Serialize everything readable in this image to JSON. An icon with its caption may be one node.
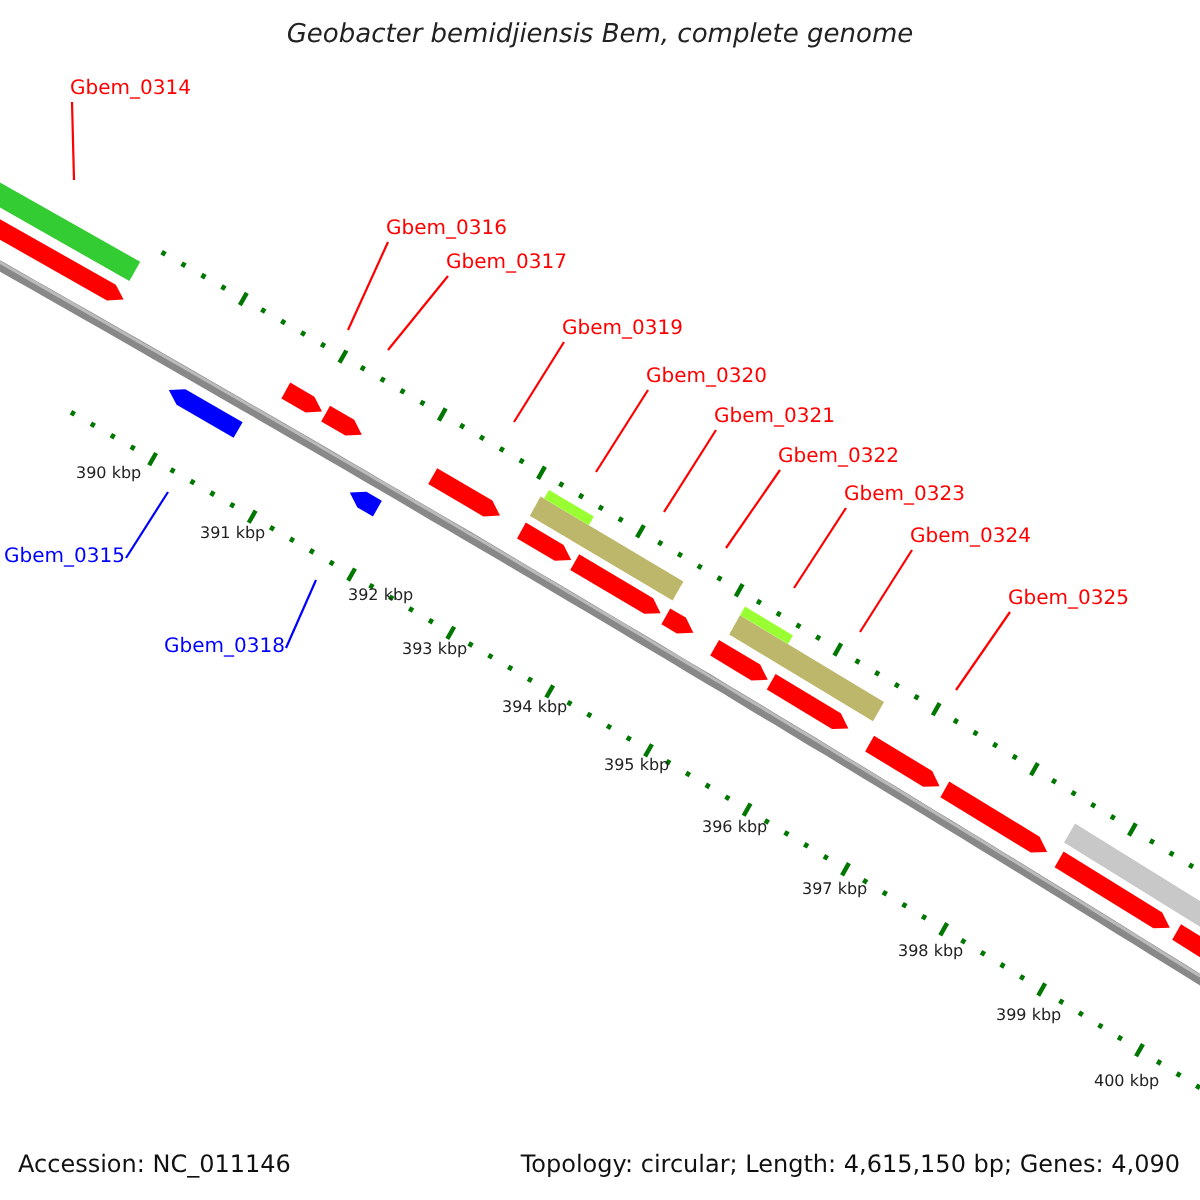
{
  "diagram": {
    "title": "Geobacter bemidjiensis Bem, complete genome",
    "nodes": [
      {
        "text": [
          "Gbem_0314"
        ]
      },
      {
        "text": [
          "Gbem_0315"
        ]
      },
      {
        "text": [
          "Gbem_0316"
        ]
      },
      {
        "text": [
          "Gbem_0317"
        ]
      },
      {
        "text": [
          "Gbem_0318"
        ]
      },
      {
        "text": [
          "Gbem_0319"
        ]
      },
      {
        "text": [
          "Gbem_0320"
        ]
      },
      {
        "text": [
          "Gbem_0321"
        ]
      },
      {
        "text": [
          "Gbem_0322"
        ]
      },
      {
        "text": [
          "Gbem_0323"
        ]
      },
      {
        "text": [
          "Gbem_0324"
        ]
      },
      {
        "text": [
          "Gbem_0325"
        ]
      }
    ],
    "edges": [
      {
        "from": 0,
        "to": null,
        "arrow": "none"
      },
      {
        "from": 1,
        "to": null,
        "arrow": "none",
        "color": "#0000ff"
      },
      {
        "from": 2,
        "to": null,
        "arrow": "none"
      },
      {
        "from": 3,
        "to": null,
        "arrow": "none"
      },
      {
        "from": 4,
        "to": null,
        "arrow": "none",
        "color": "#0000ff"
      },
      {
        "from": 5,
        "to": null,
        "arrow": "none"
      },
      {
        "from": 6,
        "to": null,
        "arrow": "none"
      },
      {
        "from": 7,
        "to": null,
        "arrow": "none"
      },
      {
        "from": 8,
        "to": null,
        "arrow": "none"
      },
      {
        "from": 9,
        "to": null,
        "arrow": "none"
      },
      {
        "from": 10,
        "to": null,
        "arrow": "none"
      },
      {
        "from": 11,
        "to": null,
        "arrow": "none"
      }
    ],
    "labels": [
      "390 kbp",
      "391 kbp",
      "392 kbp",
      "393 kbp",
      "394 kbp",
      "395 kbp",
      "396 kbp",
      "397 kbp",
      "398 kbp",
      "399 kbp",
      "400 kbp",
      "Accession: NC_011146",
      "Topology: circular; Length: 4,615,150 bp; Genes: 4,090"
    ]
  }
}
